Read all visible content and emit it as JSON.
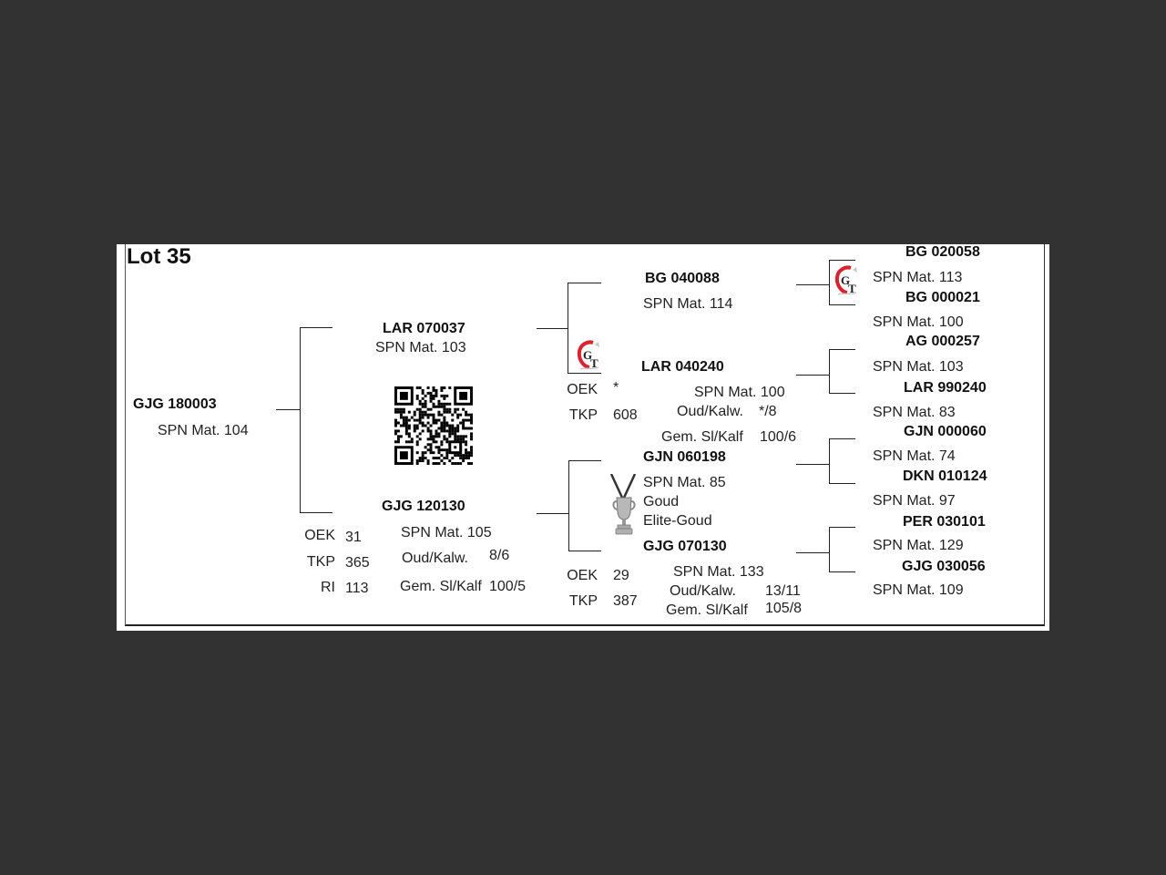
{
  "title": "Lot 35",
  "subject": {
    "id": "GJG 180003",
    "spn": "SPN Mat. 104"
  },
  "sire": {
    "id": "LAR 070037",
    "spn": "SPN Mat. 103"
  },
  "dam": {
    "id": "GJG 120130",
    "stats": [
      {
        "label": "OEK",
        "value": "31"
      },
      {
        "label": "TKP",
        "value": "365"
      },
      {
        "label": "RI",
        "value": "113"
      }
    ],
    "spn": "SPN Mat. 105",
    "oud_label": "Oud/Kalw.",
    "oud_value": "8/6",
    "gem_label": "Gem. Sl/Kalf",
    "gem_value": "100/5"
  },
  "sire_sire": {
    "id": "BG  040088",
    "spn": "SPN Mat. 114"
  },
  "sire_dam": {
    "id": "LAR 040240",
    "stats": [
      {
        "label": "OEK",
        "value": "*"
      },
      {
        "label": "TKP",
        "value": "608"
      }
    ],
    "spn": "SPN Mat. 100",
    "oud_label": "Oud/Kalw.",
    "oud_value": "*/8",
    "gem_label": "Gem. Sl/Kalf",
    "gem_value": "100/6"
  },
  "dam_sire": {
    "id": "GJN 060198",
    "spn": "SPN Mat. 85",
    "awards": [
      "Goud",
      "Elite-Goud"
    ]
  },
  "dam_dam": {
    "id": "GJG 070130",
    "stats": [
      {
        "label": "OEK",
        "value": "29"
      },
      {
        "label": "TKP",
        "value": "387"
      }
    ],
    "spn": "SPN Mat. 133",
    "oud_label": "Oud/Kalw.",
    "oud_value": "13/11",
    "gem_label": "Gem. Sl/Kalf",
    "gem_value": "105/8"
  },
  "great_grandparents": [
    {
      "id": "BG  020058",
      "spn": "SPN Mat. 113"
    },
    {
      "id": "BG  000021",
      "spn": "SPN Mat. 100"
    },
    {
      "id": "AG  000257",
      "spn": "SPN Mat. 103"
    },
    {
      "id": "LAR 990240",
      "spn": "SPN Mat. 83"
    },
    {
      "id": "GJN 000060",
      "spn": "SPN Mat. 74"
    },
    {
      "id": "DKN 010124",
      "spn": "SPN Mat. 97"
    },
    {
      "id": "PER 030101",
      "spn": "SPN Mat. 129"
    },
    {
      "id": "GJG 030056",
      "spn": "SPN Mat. 109"
    }
  ],
  "icons": {
    "qr": "qr-code",
    "gt_logo": "gt-logo",
    "trophy": "trophy-medal"
  },
  "colors": {
    "background": "#323232",
    "page": "#ffffff",
    "logo_red": "#d9232e"
  }
}
